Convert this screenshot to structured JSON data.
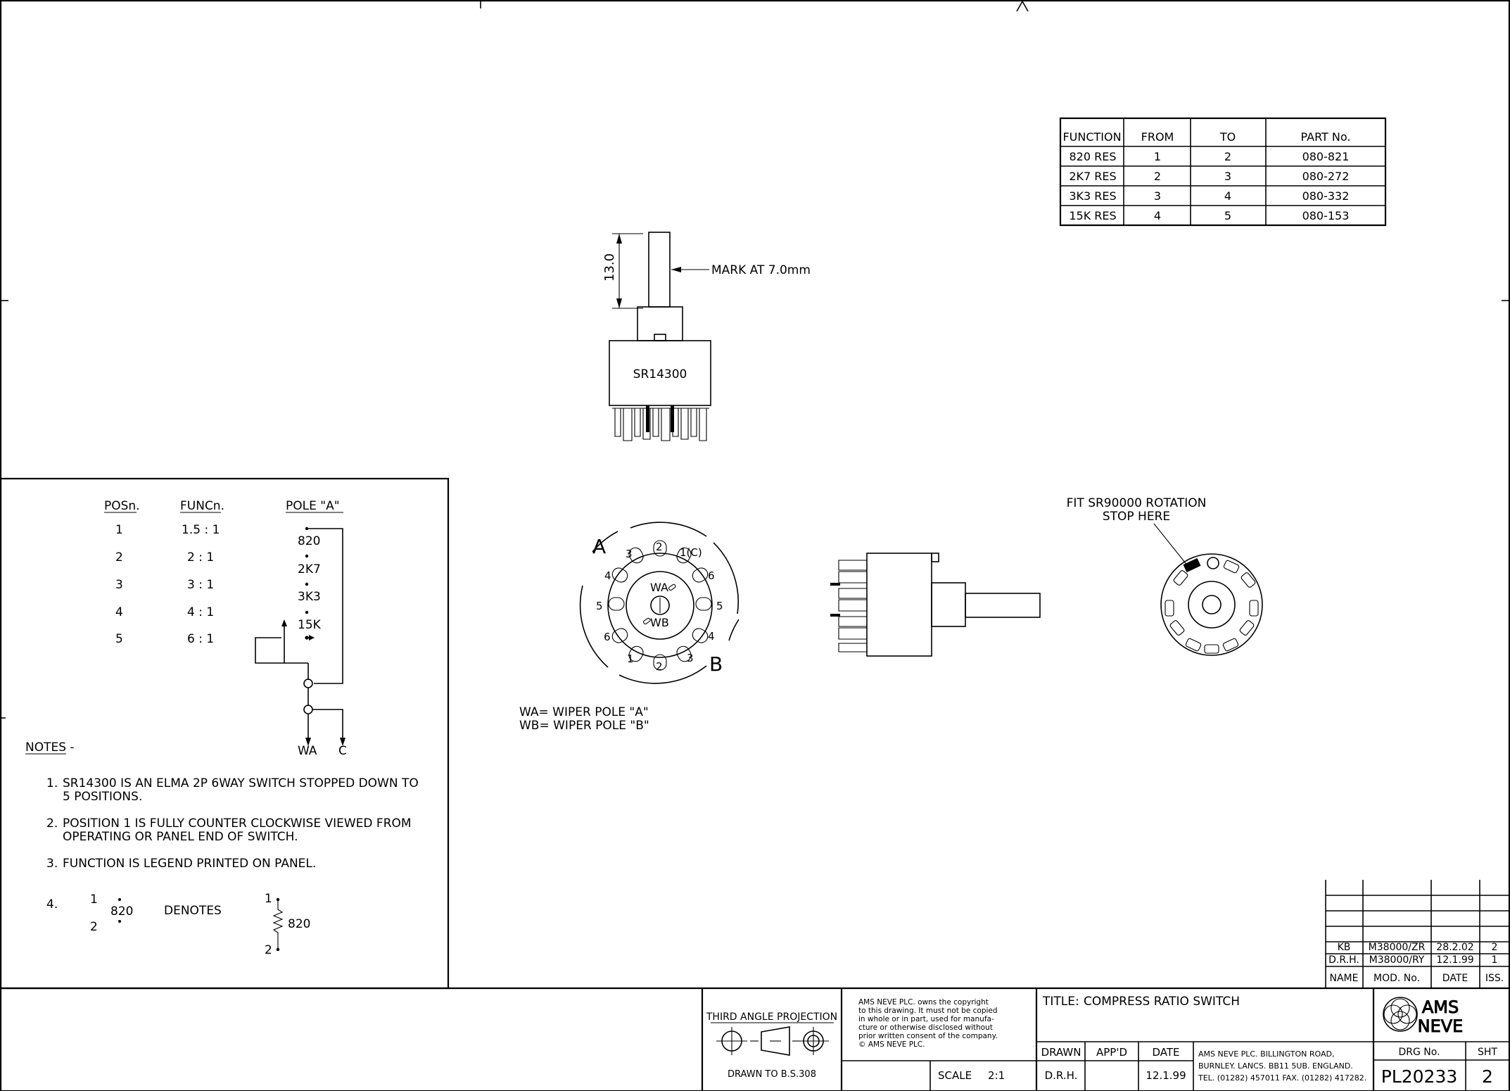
{
  "parts_table": {
    "headers": [
      "FUNCTION",
      "FROM",
      "TO",
      "PART No."
    ],
    "rows": [
      [
        "820  RES",
        "1",
        "2",
        "080-821"
      ],
      [
        "2K7  RES",
        "2",
        "3",
        "080-272"
      ],
      [
        "3K3  RES",
        "3",
        "4",
        "080-332"
      ],
      [
        "15K  RES",
        "4",
        "5",
        "080-153"
      ]
    ]
  },
  "side_view": {
    "dimension": "13.0",
    "mark_label": "MARK  AT  7.0mm",
    "body_label": "SR14300"
  },
  "pos_table": {
    "headers": [
      "POSn.",
      "FUNCn.",
      "POLE  \"A\""
    ],
    "rows": [
      {
        "pos": "1",
        "func": "1.5  :  1",
        "res": "820"
      },
      {
        "pos": "2",
        "func": "2  :  1",
        "res": "2K7"
      },
      {
        "pos": "3",
        "func": "3  :  1",
        "res": "3K3"
      },
      {
        "pos": "4",
        "func": "4  :  1",
        "res": "15K"
      },
      {
        "pos": "5",
        "func": "6  :  1",
        "res": ""
      }
    ],
    "terminals": [
      "WA",
      "C"
    ]
  },
  "notes": {
    "heading": "NOTES  -",
    "items": [
      {
        "num": "1.",
        "lines": [
          "SR14300  IS  AN  ELMA  2P  6WAY  SWITCH  STOPPED  DOWN  TO",
          "5  POSITIONS."
        ]
      },
      {
        "num": "2.",
        "lines": [
          "POSITION  1  IS  FULLY  COUNTER  CLOCKWISE  VIEWED  FROM",
          "OPERATING  OR  PANEL  END  OF  SWITCH."
        ]
      },
      {
        "num": "3.",
        "lines": [
          "FUNCTION  IS  LEGEND  PRINTED  ON  PANEL."
        ]
      }
    ],
    "note4": {
      "num": "4.",
      "top": "1",
      "value": "820",
      "bottom": "2",
      "denotes": "DENOTES"
    }
  },
  "pin_view": {
    "pole_a": "A",
    "pole_b": "B",
    "wiper_a": "WA",
    "wiper_b": "WB",
    "labels_a": [
      "1(C)",
      "2",
      "3",
      "4",
      "5",
      "6"
    ],
    "labels_b": [
      "1",
      "2",
      "3",
      "4",
      "5",
      "6"
    ],
    "legend": [
      "WA=  WIPER  POLE  \"A\"",
      "WB=  WIPER  POLE  \"B\""
    ]
  },
  "rotation_note": [
    "FIT  SR90000  ROTATION",
    "STOP  HERE"
  ],
  "revisions": {
    "rows": [
      [
        "KB",
        "M38000/ZR",
        "28.2.02",
        "2"
      ],
      [
        "D.R.H.",
        "M38000/RY",
        "12.1.99",
        "1"
      ]
    ],
    "headers": [
      "NAME",
      "MOD.  No.",
      "DATE",
      "ISS."
    ]
  },
  "title_block": {
    "projection": "THIRD  ANGLE  PROJECTION",
    "drawn_to": "DRAWN  TO  B.S.308",
    "copyright": [
      "AMS  NEVE  PLC.  owns  the  copyright",
      "to  this  drawing.  It  must  not  be  copied",
      "in  whole  or  in  part,  used  for  manufa-",
      "cture  or  otherwise  disclosed  without",
      "prior  written  consent  of  the  company.",
      "© AMS  NEVE  PLC."
    ],
    "scale_label": "SCALE",
    "scale_value": "2:1",
    "title_label": "TITLE:",
    "title": "COMPRESS  RATIO  SWITCH",
    "drawn_label": "DRAWN",
    "appd_label": "APP'D",
    "date_label": "DATE",
    "drawn_by": "D.R.H.",
    "date": "12.1.99",
    "address": [
      "AMS  NEVE  PLC.  BILLINGTON  ROAD,",
      "BURNLEY.  LANCS.  BB11  5UB.  ENGLAND.",
      "TEL.  (01282)  457011    FAX.  (01282)  417282."
    ],
    "logo_top": "AMS",
    "logo_bottom": "NEVE",
    "drg_label": "DRG  No.",
    "sht_label": "SHT",
    "drg_no": "PL20233",
    "sht": "2"
  }
}
